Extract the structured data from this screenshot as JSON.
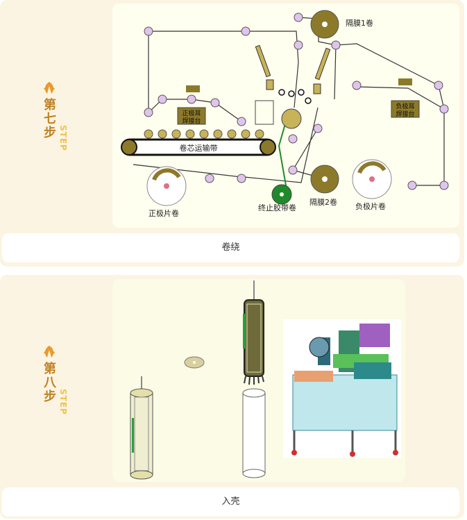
{
  "step7": {
    "title": "第七步",
    "step_label": "STEP",
    "caption": "卷绕",
    "labels": {
      "sep1": "隔膜1卷",
      "sep2": "隔膜2卷",
      "pos_weld_1": "正极耳",
      "pos_weld_2": "焊接台",
      "neg_weld_1": "负极耳",
      "neg_weld_2": "焊接台",
      "belt": "卷芯运输带",
      "pos_roll": "正极片卷",
      "tape_roll": "终止胶带卷",
      "neg_roll": "负极片卷"
    }
  },
  "step8": {
    "title": "第八步",
    "step_label": "STEP",
    "caption": "入壳"
  },
  "colors": {
    "card_bg": "#fcf4e2",
    "accent": "#c08224",
    "step_text": "#f1c14a",
    "olive": "#8c7a2a",
    "roller": "#e0c4ec",
    "belt_green": "#1f8a2a"
  }
}
